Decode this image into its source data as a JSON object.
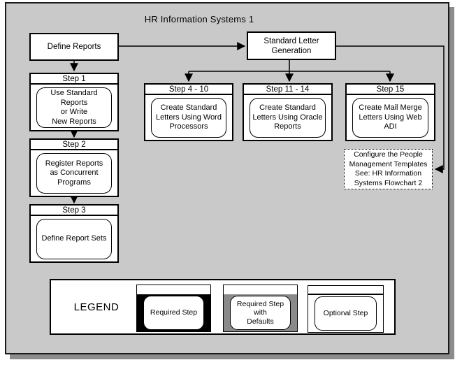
{
  "title": "HR Information Systems 1",
  "colors": {
    "panel_bg": "#c9c9c9",
    "panel_shadow": "#8c8c8c",
    "box_fill": "#ffffff",
    "line": "#000000",
    "legend_gray": "#8a8a8a"
  },
  "nodes": {
    "define_reports": {
      "label": "Define Reports"
    },
    "standard_letter_generation": {
      "label": "Standard Letter\nGeneration"
    },
    "steps": [
      {
        "header": "Step 1",
        "body": "Use Standard Reports\nor Write\nNew Reports"
      },
      {
        "header": "Step 2",
        "body": "Register Reports\nas Concurrent\nPrograms"
      },
      {
        "header": "Step 3",
        "body": "Define Report Sets"
      },
      {
        "header": "Step 4 - 10",
        "body": "Create Standard\nLetters Using Word\nProcessors"
      },
      {
        "header": "Step 11 - 14",
        "body": "Create Standard\nLetters Using Oracle\nReports"
      },
      {
        "header": "Step 15",
        "body": "Create Mail Merge\nLetters Using Web ADI"
      }
    ],
    "note": "Configure the People\nManagement Templates\nSee: HR Information\nSystems Flowchart 2"
  },
  "legend": {
    "title": "LEGEND",
    "items": [
      {
        "label": "Required Step"
      },
      {
        "label": "Required Step with\nDefaults"
      },
      {
        "label": "Optional Step"
      }
    ]
  }
}
